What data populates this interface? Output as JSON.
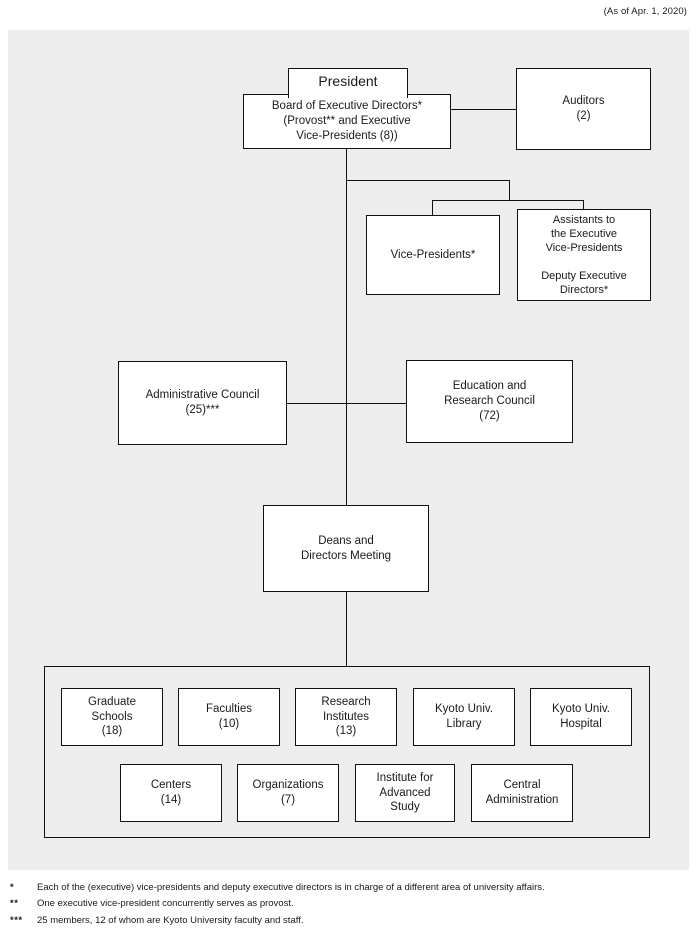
{
  "caption": {
    "date_note": "(As of Apr. 1, 2020)"
  },
  "nodes": {
    "president": "President",
    "board": "Board of Executive Directors*\n(Provost** and Executive\nVice-Presidents (8))",
    "auditors": "Auditors\n(2)",
    "vice_presidents": "Vice-Presidents*",
    "assistants": "Assistants to\nthe Executive\nVice-Presidents\n\nDeputy Executive\nDirectors*",
    "administrative_council": "Administrative Council\n(25)***",
    "education_research_council": "Education and\nResearch Council\n(72)",
    "deans_directors_meeting": "Deans and\nDirectors Meeting"
  },
  "units": [
    {
      "label": "Graduate\nSchools\n(18)"
    },
    {
      "label": "Faculties\n(10)"
    },
    {
      "label": "Research\nInstitutes\n(13)"
    },
    {
      "label": "Kyoto Univ.\nLibrary"
    },
    {
      "label": "Kyoto Univ.\nHospital"
    },
    {
      "label": "Centers\n(14)"
    },
    {
      "label": "Organizations\n(7)"
    },
    {
      "label": "Institute for\nAdvanced\nStudy"
    },
    {
      "label": "Central\nAdministration"
    }
  ],
  "footnotes": [
    {
      "mark": "*",
      "text": "Each of the (executive) vice-presidents and deputy executive directors is in charge of a different area of university affairs."
    },
    {
      "mark": "**",
      "text": "One executive vice-president concurrently serves as provost."
    },
    {
      "mark": "***",
      "text": "25 members, 12 of whom are Kyoto University faculty and staff."
    }
  ],
  "colors": {
    "panel_background": "#ededed",
    "node_background": "#ffffff",
    "line": "#111111",
    "text": "#1a1a1a"
  }
}
